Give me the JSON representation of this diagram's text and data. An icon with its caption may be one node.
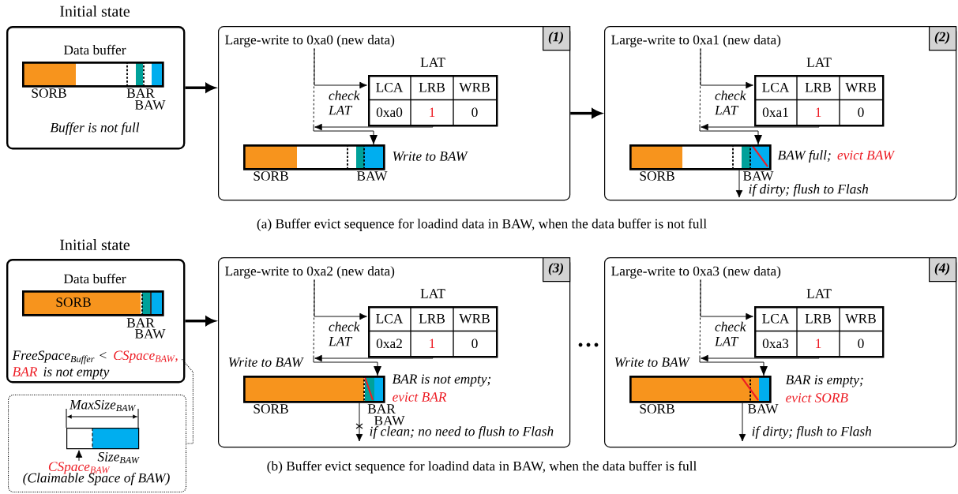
{
  "diagram": {
    "nodes": [
      {
        "text": [
          "Initial state",
          "Data buffer",
          "Buffer is not full"
        ]
      },
      {
        "text": [],
        "shape": "bar",
        "in": 0,
        "beside": [
          "SORB",
          "BAR",
          "BAW"
        ]
      },
      {
        "text": [],
        "shape": "box"
      },
      {
        "text": [
          "Large-write to 0xa0 (new data)"
        ],
        "in": 2
      },
      {
        "text": [
          "(1)"
        ],
        "in": 2
      },
      {
        "text": [
          "LAT",
          "LCA",
          "LRB",
          "WRB",
          "0xa0",
          "1",
          "0"
        ],
        "in": 2
      },
      {
        "text": [],
        "shape": "bar",
        "in": 2,
        "beside": [
          "SORB",
          "BAW",
          "Write to BAW"
        ]
      },
      {
        "text": [],
        "shape": "box"
      },
      {
        "text": [
          "Large-write to 0xa1 (new data)"
        ],
        "in": 7
      },
      {
        "text": [
          "(2)"
        ],
        "in": 7
      },
      {
        "text": [
          "LAT",
          "LCA",
          "LRB",
          "WRB",
          "0xa1",
          "1",
          "0"
        ],
        "in": 7
      },
      {
        "text": [],
        "shape": "bar",
        "in": 7,
        "beside": [
          "SORB",
          "BAW",
          "BAW full;",
          "evict BAW"
        ]
      },
      {
        "text": [
          "Initial state",
          "Data buffer",
          "FreeSpace$_{Buffer}$ <",
          "CSpace$_{BAW}$,",
          "BAR",
          "is not empty"
        ]
      },
      {
        "text": [
          "SORB"
        ],
        "in": 12,
        "beside": [
          "BAR",
          "BAW"
        ]
      },
      {
        "text": [
          "(Claimable Space of BAW)"
        ]
      },
      {
        "text": [],
        "shape": "bar",
        "in": 14,
        "beside": [
          "Size$_{BAW}$"
        ]
      },
      {
        "text": [
          "CSpace$_{BAW}$"
        ],
        "in": 14
      },
      {
        "text": [],
        "shape": "box"
      },
      {
        "text": [
          "Large-write to 0xa2 (new data)"
        ],
        "in": 17
      },
      {
        "text": [
          "(3)"
        ],
        "in": 17
      },
      {
        "text": [
          "LAT",
          "LCA",
          "LRB",
          "WRB",
          "0xa2",
          "1",
          "0"
        ],
        "in": 17
      },
      {
        "text": [],
        "shape": "bar",
        "in": 17,
        "beside": [
          "SORB",
          "BAR",
          "BAW",
          "BAR is not empty;",
          "evict BAR"
        ]
      },
      {
        "text": [],
        "shape": "box"
      },
      {
        "text": [
          "Large-write to 0xa3 (new data)"
        ],
        "in": 22
      },
      {
        "text": [
          "(4)"
        ],
        "in": 22
      },
      {
        "text": [
          "LAT",
          "LCA",
          "LRB",
          "WRB",
          "0xa3",
          "1",
          "0"
        ],
        "in": 22
      },
      {
        "text": [],
        "shape": "bar",
        "in": 22,
        "beside": [
          "SORB",
          "BAW",
          "BAR is empty;",
          "evict SORB"
        ]
      }
    ],
    "edges": [
      {
        "from": 0,
        "to": 2,
        "arrow": "to",
        "style": "thick"
      },
      {
        "from": 2,
        "to": 7,
        "arrow": "to",
        "style": "thick"
      },
      {
        "from": 3,
        "to": 5,
        "arrow": "to",
        "label": "check LAT"
      },
      {
        "from": 5,
        "to": null,
        "arrow": "to"
      },
      {
        "from": 3,
        "to": 6,
        "arrow": "to",
        "style": "dashed"
      },
      {
        "from": 8,
        "to": 10,
        "arrow": "to",
        "label": "check LAT"
      },
      {
        "from": 10,
        "to": null,
        "arrow": "to"
      },
      {
        "from": 8,
        "to": 11,
        "arrow": "to",
        "style": "dashed"
      },
      {
        "from": 11,
        "to": null,
        "arrow": "to",
        "label": "if dirty; flush to Flash"
      },
      {
        "from": 12,
        "to": 17,
        "arrow": "to",
        "style": "thick"
      },
      {
        "from": 12,
        "to": 14,
        "arrow": "none",
        "style": "dashed"
      },
      {
        "from": 16,
        "to": 15,
        "arrow": "to"
      },
      {
        "from": 18,
        "to": 20,
        "arrow": "to",
        "label": "check LAT"
      },
      {
        "from": 20,
        "to": null,
        "arrow": "to"
      },
      {
        "from": 18,
        "to": 21,
        "arrow": "to",
        "style": "dashed",
        "label": "Write to BAW"
      },
      {
        "from": 21,
        "to": null,
        "arrow": "to",
        "label": "if clean; no need to flush to Flash"
      },
      {
        "from": 23,
        "to": 25,
        "arrow": "to",
        "label": "check LAT"
      },
      {
        "from": 25,
        "to": null,
        "arrow": "to"
      },
      {
        "from": 23,
        "to": 26,
        "arrow": "to",
        "style": "dashed",
        "label": "Write to BAW"
      },
      {
        "from": 26,
        "to": null,
        "arrow": "to",
        "label": "if dirty; flush to Flash"
      }
    ],
    "labels": [
      "(a) Buffer evict sequence for loadind data in BAW, when the data buffer is not full",
      "MaxSize$_{BAW}$",
      "(b) Buffer evict sequence for loadind data in BAW, when the data buffer is full"
    ]
  }
}
